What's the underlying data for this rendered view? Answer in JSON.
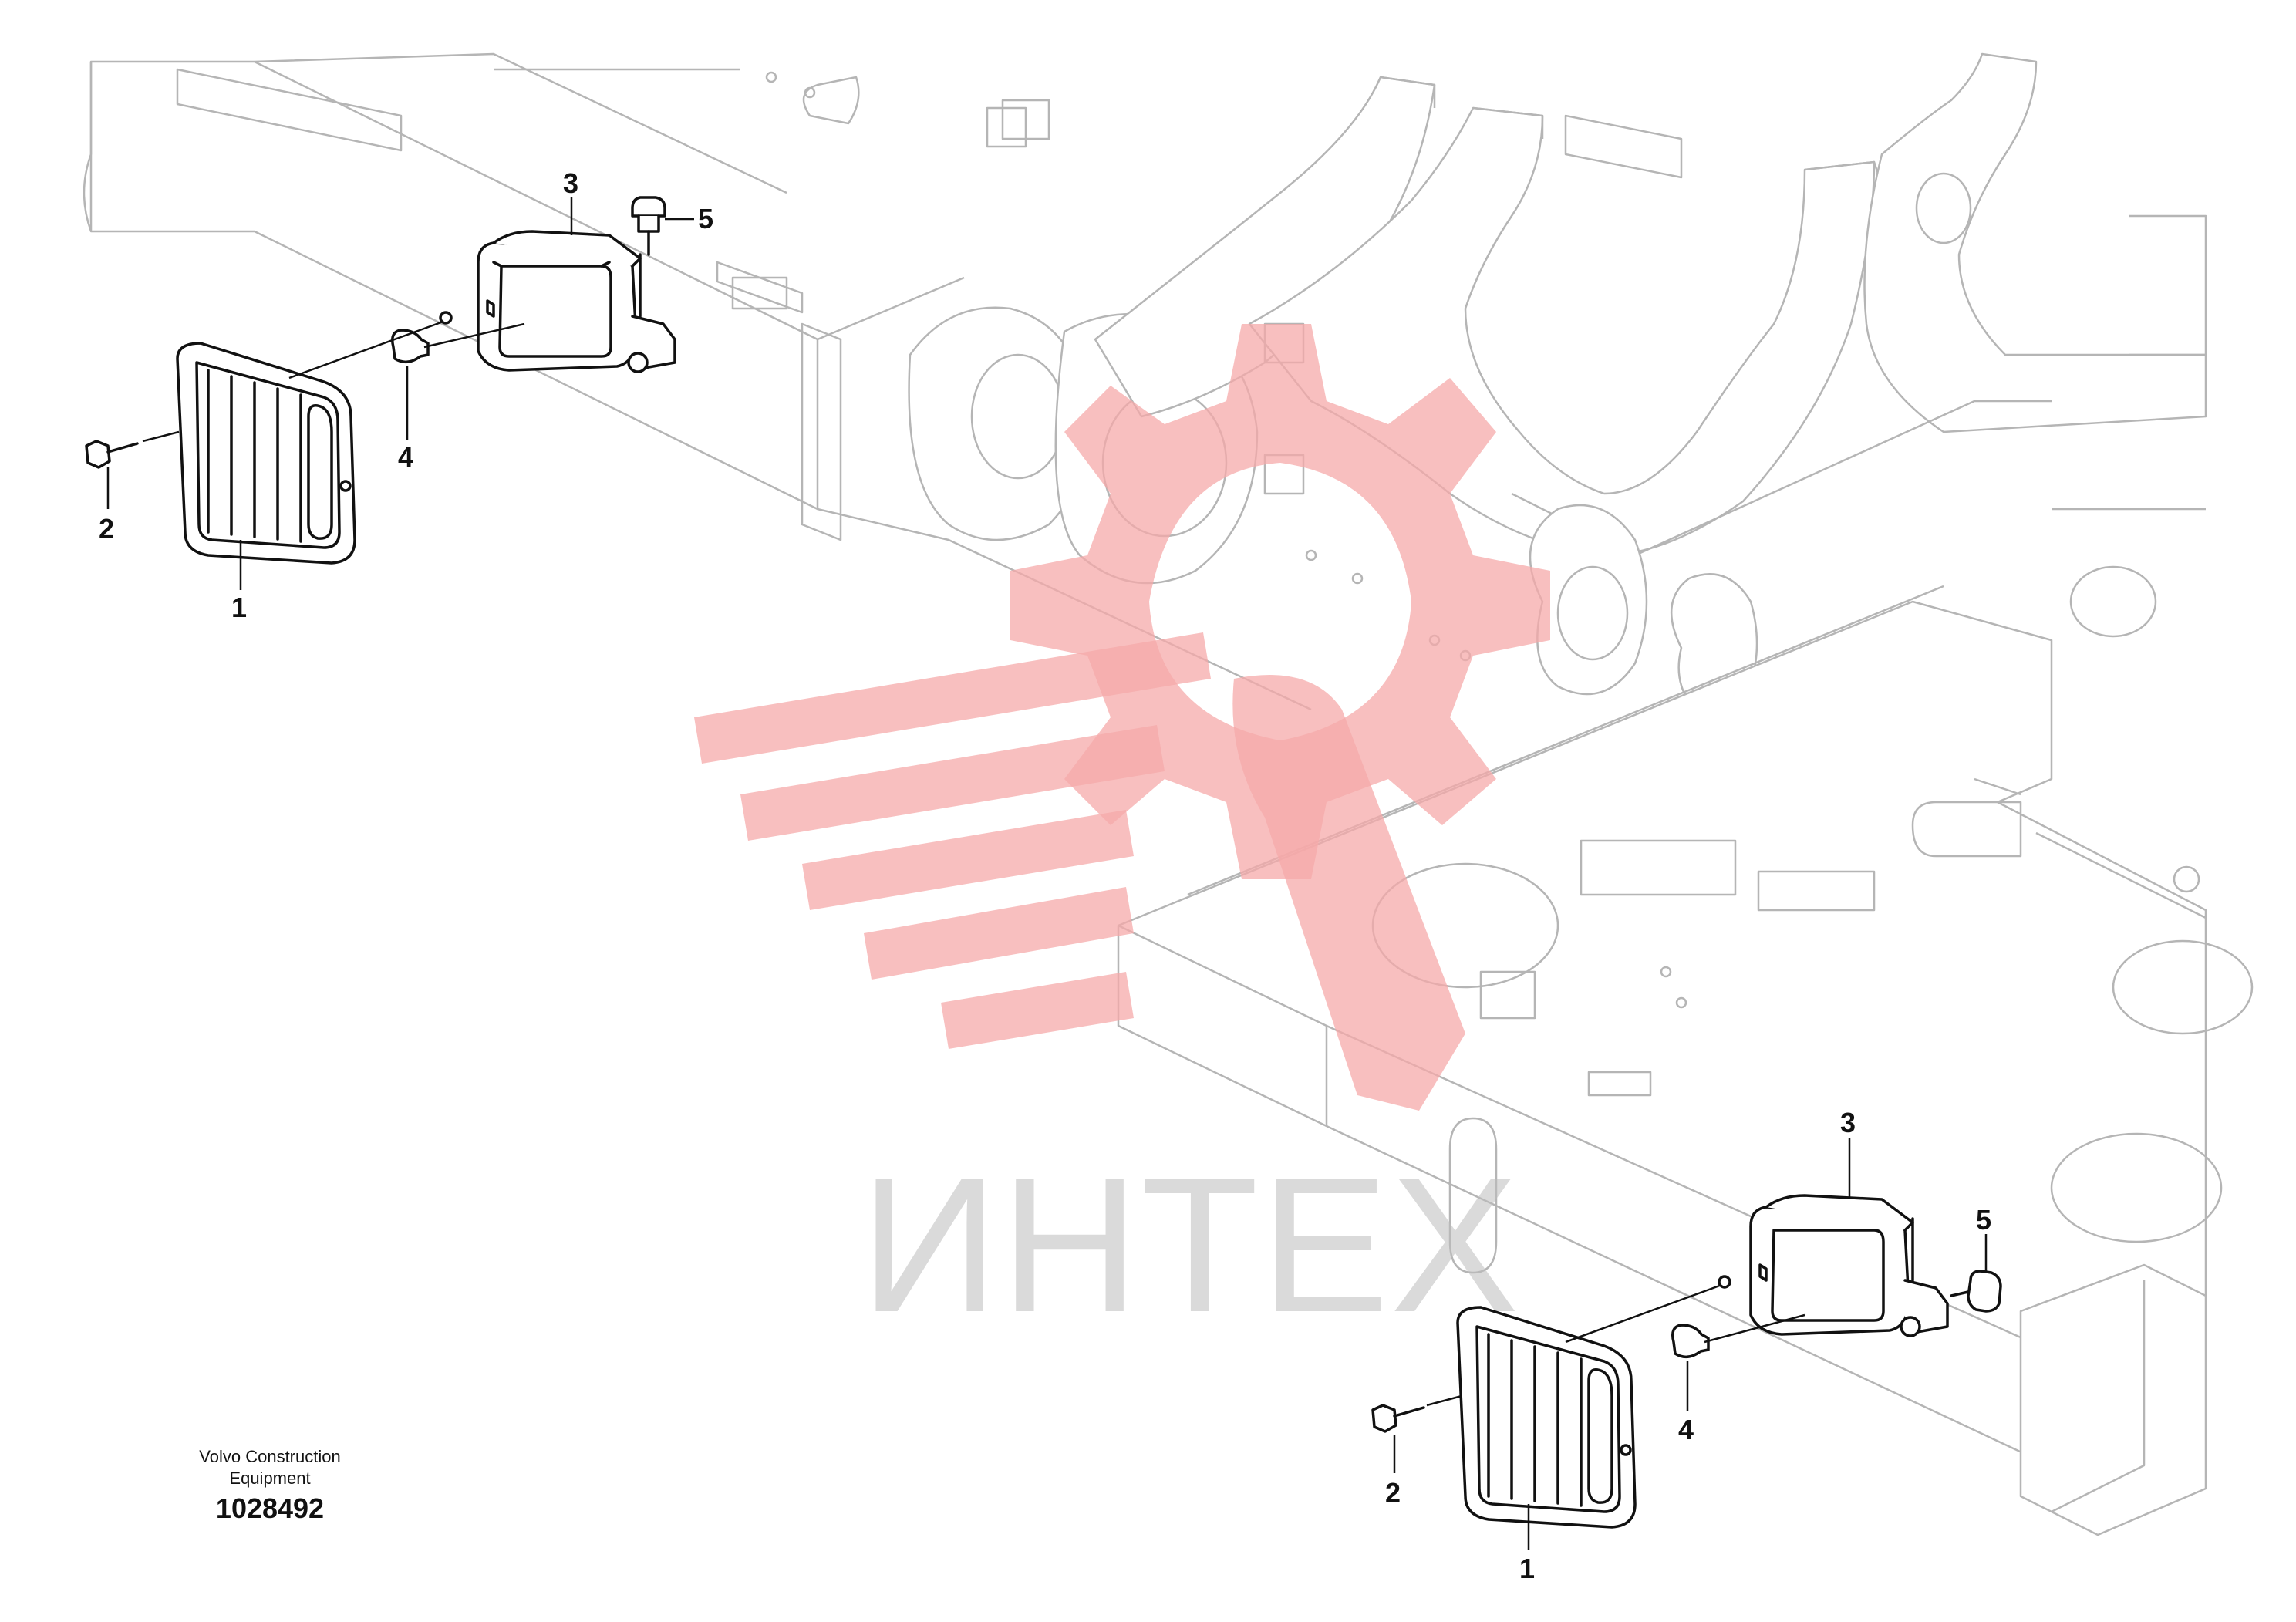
{
  "watermark": {
    "text": "ИНТЕХ",
    "logo": "gear-wrench-logo",
    "logo_color": "#f6a9a9",
    "text_color": "#bdbdbd"
  },
  "manufacturer": {
    "line1": "Volvo Construction",
    "line2": "Equipment"
  },
  "drawing_number": "1028492",
  "callouts": {
    "left_lamp": {
      "housing": "3",
      "bolt_top": "5",
      "bulb": "4",
      "screw": "2",
      "cover": "1"
    },
    "right_lamp": {
      "housing": "3",
      "bolt_top": "5",
      "bulb": "4",
      "screw": "2",
      "cover": "1"
    }
  }
}
